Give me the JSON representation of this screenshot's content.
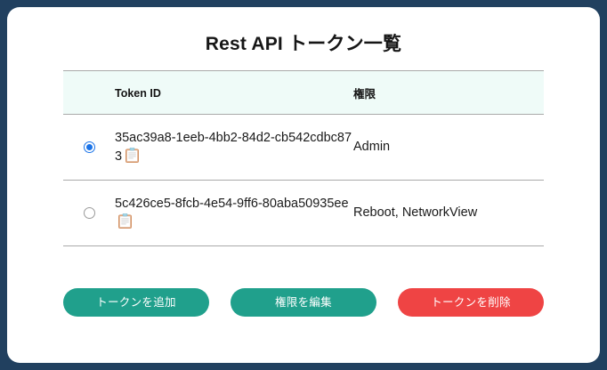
{
  "page": {
    "title": "Rest API トークン一覧",
    "background_color": "#21405f",
    "card_color": "#ffffff"
  },
  "table": {
    "headers": {
      "radio": "",
      "token_id": "Token ID",
      "permission": "権限"
    },
    "header_background": "#effbf8",
    "rows": [
      {
        "selected": true,
        "radio_name": "token-radio-1",
        "token_id": "35ac39a8-1eeb-4bb2-84d2-cb542cdbc873",
        "copy_icon": "clipboard-icon",
        "permission": "Admin"
      },
      {
        "selected": false,
        "radio_name": "token-radio-2",
        "token_id": "5c426ce5-8fcb-4e54-9ff6-80aba50935ee",
        "copy_icon": "clipboard-icon",
        "permission": "Reboot, NetworkView"
      }
    ]
  },
  "actions": {
    "add_token": {
      "label": "トークンを追加",
      "color": "#20a08c"
    },
    "edit_permission": {
      "label": "権限を編集",
      "color": "#20a08c"
    },
    "delete_token": {
      "label": "トークンを削除",
      "color": "#ef4444"
    }
  }
}
